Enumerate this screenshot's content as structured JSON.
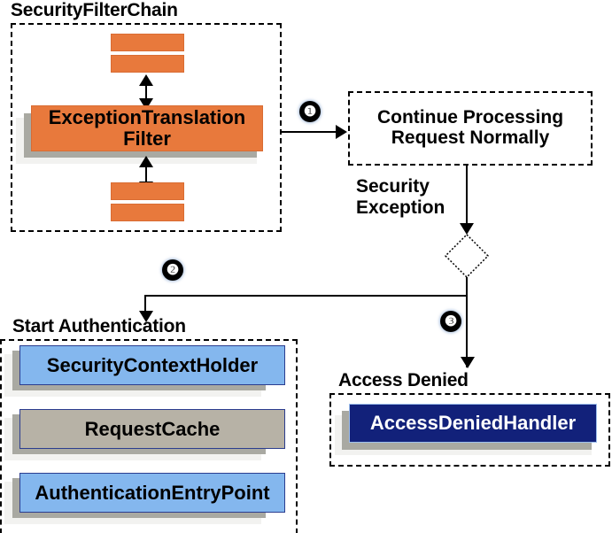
{
  "diagram": {
    "title": "Spring Security ExceptionTranslationFilter flow",
    "colors": {
      "orange": "#e8793c",
      "light_blue": "#84b7ee",
      "gray": "#b7b2a6",
      "navy": "#12217a",
      "shadow": "#a9a9a2",
      "line": "#000000"
    }
  },
  "groups": {
    "filter_chain": {
      "label": "SecurityFilterChain"
    },
    "start_auth": {
      "label": "Start Authentication"
    },
    "access_denied": {
      "label": "Access Denied"
    }
  },
  "nodes": {
    "filter_bar_top_1": {
      "label": ""
    },
    "filter_bar_top_2": {
      "label": ""
    },
    "exception_translation_filter": {
      "label": "ExceptionTranslation\nFilter",
      "line1": "ExceptionTranslation",
      "line2": "Filter"
    },
    "filter_bar_bottom_1": {
      "label": ""
    },
    "filter_bar_bottom_2": {
      "label": ""
    },
    "continue_processing": {
      "line1": "Continue Processing",
      "line2": "Request Normally"
    },
    "security_context_holder": {
      "label": "SecurityContextHolder"
    },
    "request_cache": {
      "label": "RequestCache"
    },
    "authentication_entry_point": {
      "label": "AuthenticationEntryPoint"
    },
    "access_denied_handler": {
      "label": "AccessDeniedHandler"
    }
  },
  "edges": {
    "security_exception_label": {
      "line1": "Security",
      "line2": "Exception"
    }
  },
  "badges": {
    "one": "❶",
    "two": "❷",
    "three": "❸"
  }
}
